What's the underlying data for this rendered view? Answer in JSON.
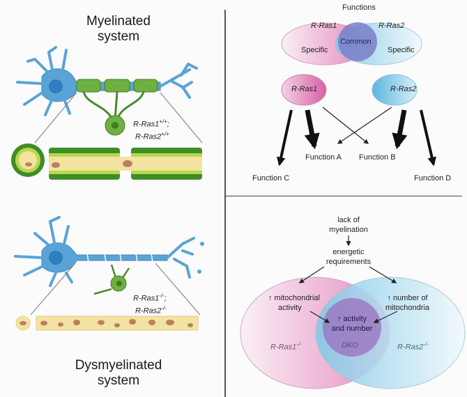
{
  "left_panel": {
    "top_title_line1": "Myelinated",
    "top_title_line2": "system",
    "top_genotype_1": "R-Ras1",
    "top_genotype_1_sup": "+/+",
    "top_genotype_2": "R-Ras2",
    "top_genotype_2_sup": "+/+",
    "bottom_title_line1": "Dysmyelinated",
    "bottom_title_line2": "system",
    "bottom_genotype_1": "R-Ras1",
    "bottom_genotype_1_sup": "-/-",
    "bottom_genotype_2": "R-Ras2",
    "bottom_genotype_2_sup": "-/-"
  },
  "functions_panel": {
    "title": "Functions",
    "venn_left_name": "R-Ras1",
    "venn_left_sub": "Specific",
    "venn_common": "Common",
    "venn_right_name": "R-Ras2",
    "venn_right_sub": "Specific",
    "node_left": "R-Ras1",
    "node_right": "R-Ras2",
    "function_a": "Function A",
    "function_b": "Function B",
    "function_c": "Function C",
    "function_d": "Function D"
  },
  "mito_panel": {
    "cause_line1": "lack of",
    "cause_line2": "myelination",
    "effect_line1": "energetic",
    "effect_line2": "requirements",
    "left_line1": "↑ mitochondrial",
    "left_line2": "activity",
    "right_line1": "↑ number of",
    "right_line2": "mitochondria",
    "center_line1": "↑ activity",
    "center_line2": "and number",
    "left_label": "R-Ras1",
    "left_label_sup": "-/-",
    "center_label": "DKO",
    "right_label": "R-Ras2",
    "right_label_sup": "-/-"
  },
  "colors": {
    "neuron_blue": "#5aa3d6",
    "myelin_green": "#5fa83a",
    "axon_yellow": "#f3e3a2",
    "mito_brown": "#b98060",
    "rras1_pink": "#e07bb5",
    "rras2_blue": "#7fc8e6",
    "common_purple": "#8a73c0"
  }
}
